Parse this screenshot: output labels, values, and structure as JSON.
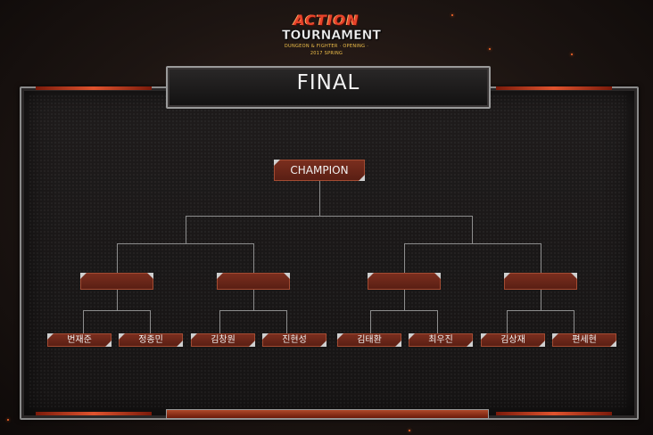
{
  "logo": {
    "line1": "ACTION",
    "line2": "TOURNAMENT",
    "line3": "DUNGEON & FIGHTER · OPENING · 2017 SPRING"
  },
  "title": "FINAL",
  "bracket": {
    "champion_label": "CHAMPION",
    "semifinal_slots": [
      "",
      "",
      "",
      ""
    ],
    "players": [
      "번재준",
      "정종민",
      "김창원",
      "진현성",
      "김태환",
      "최우진",
      "김상재",
      "편세현"
    ]
  },
  "colors": {
    "accent": "#e0532e",
    "box": "#6a2618",
    "line": "#8d8d8d"
  }
}
